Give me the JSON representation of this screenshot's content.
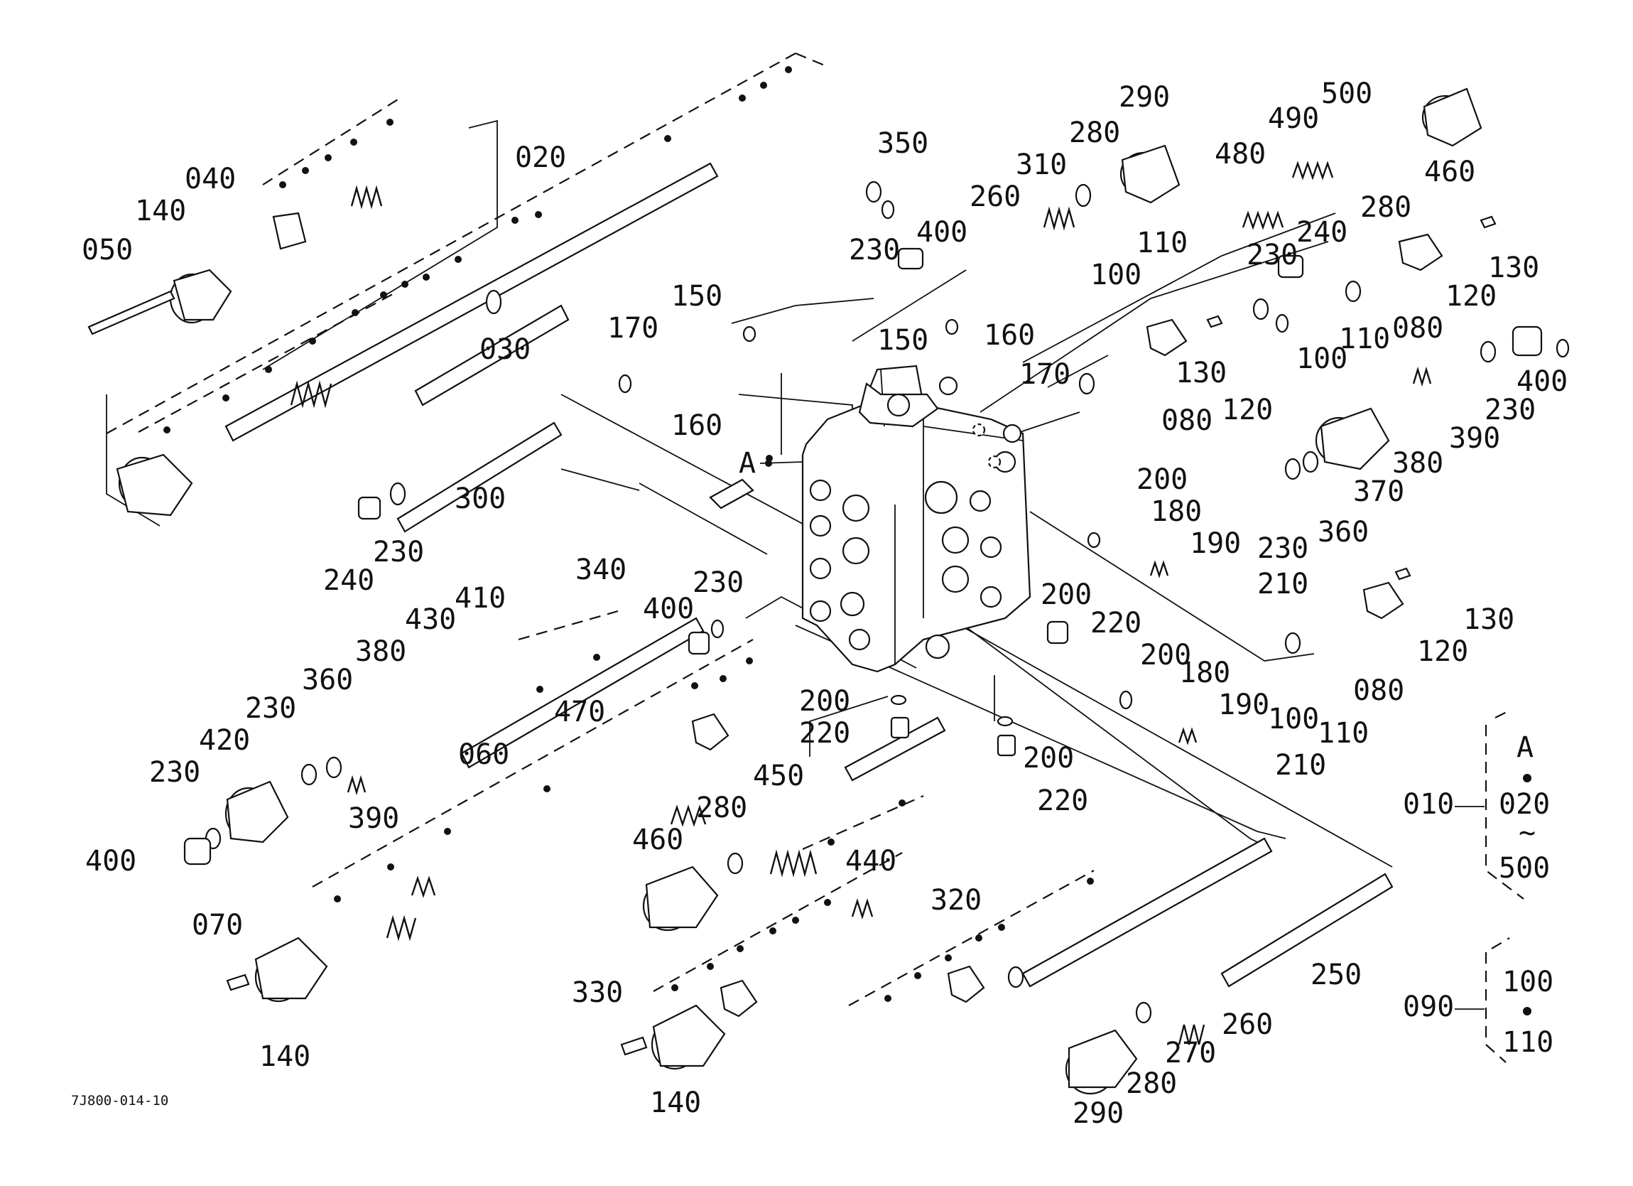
{
  "drawing_code": "7J800-014-10",
  "reference_mark": "A",
  "legend": {
    "assy_010": {
      "part": "010",
      "ref": "A",
      "from": "020",
      "tilde": "~",
      "to": "500"
    },
    "assy_090": {
      "part": "090",
      "from": "100",
      "to": "110"
    }
  },
  "callouts": [
    "050",
    "140",
    "040",
    "020",
    "030",
    "170",
    "150",
    "160",
    "300",
    "240",
    "230",
    "340",
    "350",
    "260",
    "310",
    "280",
    "290",
    "230",
    "400",
    "150",
    "160",
    "170",
    "100",
    "110",
    "480",
    "490",
    "500",
    "460",
    "280",
    "230",
    "240",
    "130",
    "120",
    "080",
    "110",
    "100",
    "130",
    "120",
    "080",
    "400",
    "230",
    "390",
    "380",
    "370",
    "360",
    "230",
    "200",
    "180",
    "190",
    "210",
    "200",
    "220",
    "130",
    "120",
    "080",
    "110",
    "100",
    "200",
    "180",
    "190",
    "210",
    "400",
    "230",
    "410",
    "430",
    "380",
    "360",
    "230",
    "420",
    "230",
    "400",
    "390",
    "470",
    "060",
    "200",
    "220",
    "200",
    "220",
    "450",
    "280",
    "460",
    "440",
    "070",
    "140",
    "330",
    "140",
    "320",
    "250",
    "260",
    "270",
    "280",
    "290"
  ]
}
